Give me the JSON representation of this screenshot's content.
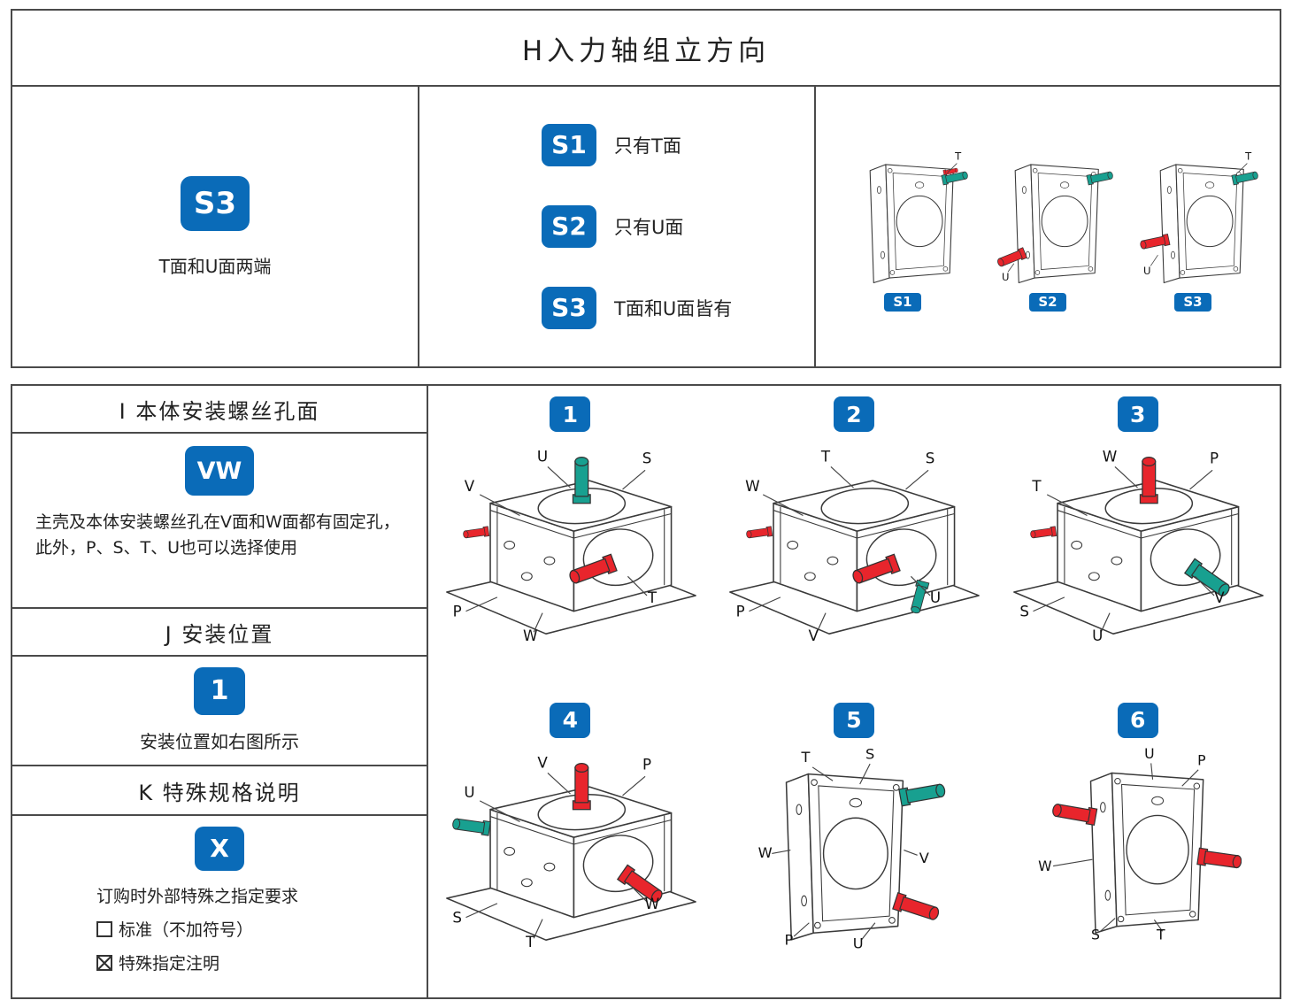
{
  "colors": {
    "accent_blue": "#0a6bb8",
    "shaft_red": "#e8252c",
    "shaft_teal": "#18a090",
    "table_border": "#4a4a4a"
  },
  "icons": {
    "standard_checkbox": "empty-square",
    "special_checkbox": "crossed-square"
  },
  "top_table": {
    "title": "H入力轴组立方向",
    "left_cell": {
      "badge": "S3",
      "caption": "T面和U面两端"
    },
    "options": [
      {
        "badge": "S1",
        "label": "只有T面"
      },
      {
        "badge": "S2",
        "label": "只有U面"
      },
      {
        "badge": "S3",
        "label": "T面和U面皆有"
      }
    ],
    "figures": [
      {
        "badge": "S1",
        "t": "T"
      },
      {
        "badge": "S2",
        "u": "U"
      },
      {
        "badge": "S3",
        "t": "T",
        "u": "U"
      }
    ]
  },
  "left_panel": {
    "section_i": {
      "header": "I 本体安装螺丝孔面",
      "badge": "VW",
      "desc": "主壳及本体安装螺丝孔在V面和W面都有固定孔，此外，P、S、T、U也可以选择使用"
    },
    "section_j": {
      "header": "J 安装位置",
      "badge": "1",
      "desc": "安装位置如右图所示"
    },
    "section_k": {
      "header": "K 特殊规格说明",
      "badge": "X",
      "desc": "订购时外部特殊之指定要求",
      "opt_standard": "标准（不加符号）",
      "opt_special": "特殊指定注明"
    }
  },
  "positions": [
    {
      "num": "1",
      "tl": "V",
      "t": "U",
      "tr": "S",
      "r": "T",
      "bl": "P",
      "b": "W"
    },
    {
      "num": "2",
      "tl": "W",
      "t": "T",
      "tr": "S",
      "r": "U",
      "bl": "P",
      "b": "V"
    },
    {
      "num": "3",
      "tl": "T",
      "t": "W",
      "tr": "P",
      "r": "V",
      "bl": "S",
      "b": "U"
    },
    {
      "num": "4",
      "tl": "U",
      "t": "V",
      "tr": "P",
      "r": "W",
      "bl": "S",
      "b": "T"
    },
    {
      "num": "5",
      "tl": "T",
      "t": "S",
      "l": "W",
      "r": "V",
      "bl": "P",
      "b": "U"
    },
    {
      "num": "6",
      "t": "U",
      "tr": "P",
      "l": "W",
      "bl": "S",
      "b": "T"
    }
  ]
}
